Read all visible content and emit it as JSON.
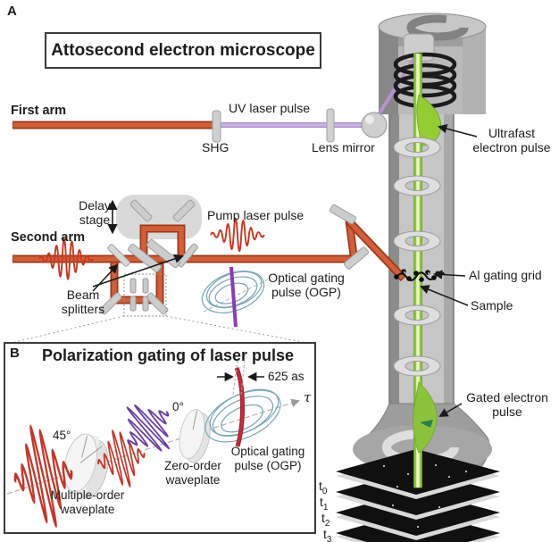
{
  "panel_a": {
    "label": "A",
    "title": "Attosecond electron microscope",
    "first_arm": {
      "label": "First arm",
      "shg": "SHG",
      "uv_pulse": "UV laser pulse",
      "lens_mirror": "Lens mirror"
    },
    "second_arm": {
      "label": "Second arm",
      "delay_stage": "Delay stage",
      "pump_pulse": "Pump laser pulse",
      "beam_splitters": "Beam splitters",
      "ogp": "Optical gating pulse (OGP)"
    },
    "column": {
      "ultrafast": "Ultrafast electron pulse",
      "al_grid": "Al gating grid",
      "sample": "Sample",
      "gated": "Gated electron pulse"
    },
    "detector_times": [
      {
        "base": "t",
        "sub": "0"
      },
      {
        "base": "t",
        "sub": "1"
      },
      {
        "base": "t",
        "sub": "2"
      },
      {
        "base": "t",
        "sub": "3"
      }
    ]
  },
  "panel_b": {
    "label": "B",
    "title": "Polarization gating of laser pulse",
    "angle_multiple": "45°",
    "multiple_order": "Multiple-order waveplate",
    "angle_zero": "0°",
    "zero_order": "Zero-order waveplate",
    "gate_duration": "625 as",
    "ogp": "Optical gating pulse (OGP)",
    "tau": "τ"
  },
  "colors": {
    "beam_red": "#c94f2e",
    "beam_uv": "#c3a8dc",
    "beam_green": "#8cc63e",
    "coil_black": "#1b1b1b",
    "metal_gray": "#9e9e9e",
    "ogp_blue": "#76a3b8",
    "ogp_purple": "#8d3bb0",
    "ogp_dark_red": "#a8232f"
  }
}
